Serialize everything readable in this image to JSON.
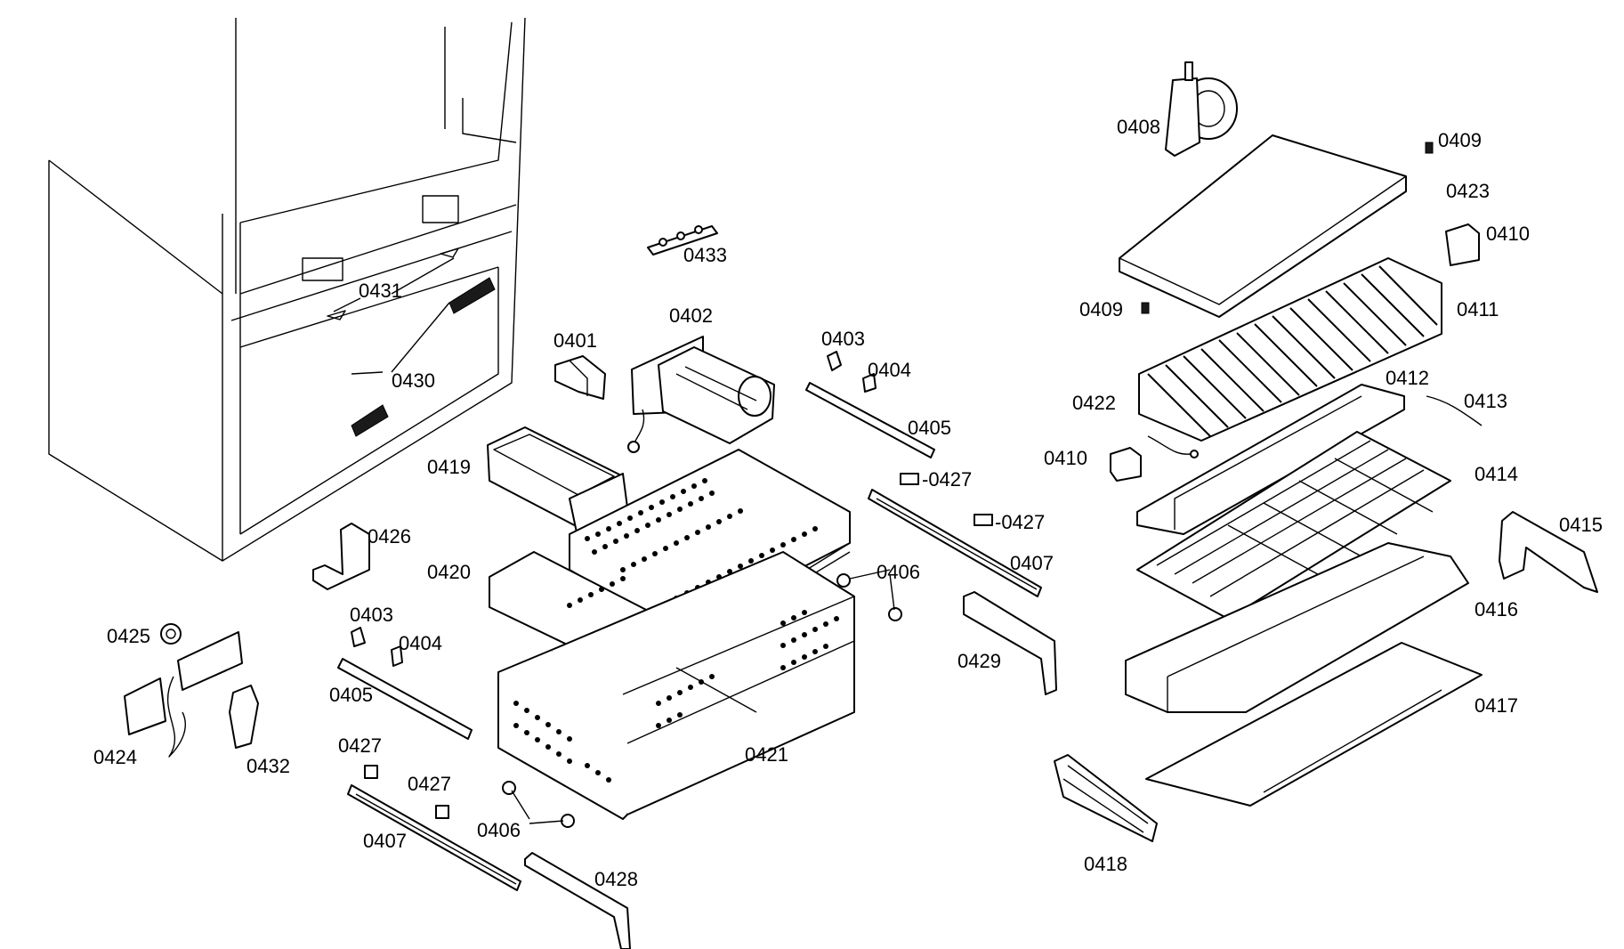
{
  "labels": {
    "p0401": "0401",
    "p0402": "0402",
    "p0403a": "0403",
    "p0403b": "0403",
    "p0404a": "0404",
    "p0404b": "0404",
    "p0405a": "0405",
    "p0405b": "0405",
    "p0406a": "0406",
    "p0406b": "0406",
    "p0407a": "0407",
    "p0407b": "0407",
    "p0408": "0408",
    "p0409a": "0409",
    "p0409b": "0409",
    "p0410a": "0410",
    "p0410b": "0410",
    "p0411": "0411",
    "p0412": "0412",
    "p0413": "0413",
    "p0414": "0414",
    "p0415": "0415",
    "p0416": "0416",
    "p0417": "0417",
    "p0418": "0418",
    "p0419": "0419",
    "p0420": "0420",
    "p0421": "0421",
    "p0422": "0422",
    "p0423": "0423",
    "p0424": "0424",
    "p0425": "0425",
    "p0426": "0426",
    "p0427a": "-0427",
    "p0427b": "-0427",
    "p0427c": "0427",
    "p0427d": "0427",
    "p0428": "0428",
    "p0429": "0429",
    "p0430": "0430",
    "p0431": "0431",
    "p0432": "0432",
    "p0433": "0433"
  }
}
